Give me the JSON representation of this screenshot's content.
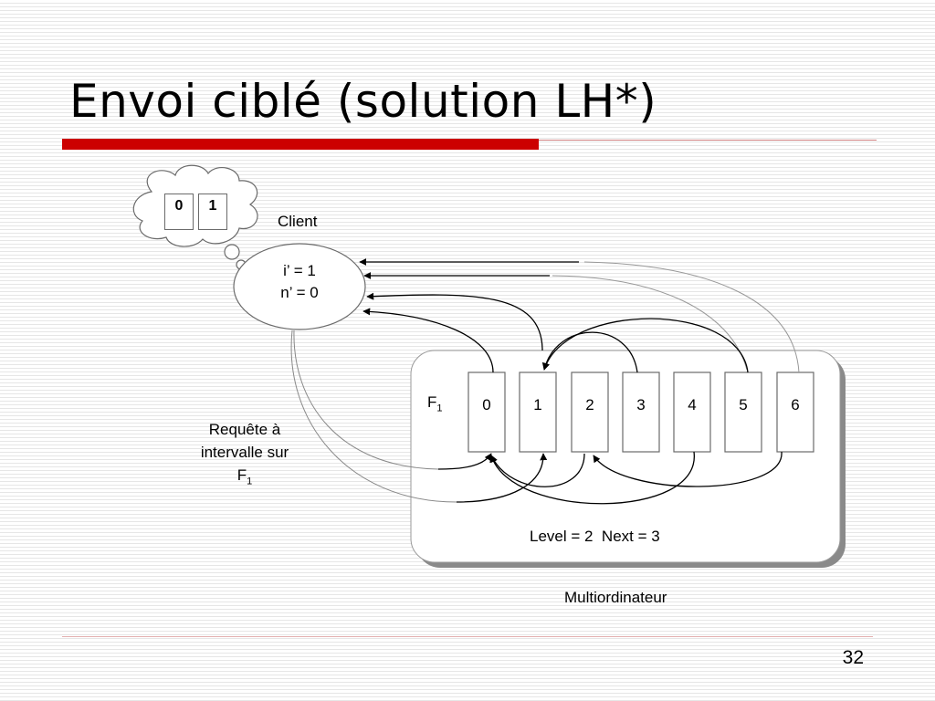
{
  "slide": {
    "title": "Envoi ciblé (solution LH*)",
    "page_number": "32"
  },
  "client": {
    "label": "Client",
    "image_bits": [
      "0",
      "1"
    ],
    "i_prime": "i’ = 1",
    "n_prime": "n’ = 0"
  },
  "request": {
    "line1": "Requête à",
    "line2": "intervalle sur",
    "file_letter": "F",
    "file_index": "1"
  },
  "multicomputer": {
    "file_letter": "F",
    "file_index": "1",
    "buckets": [
      "0",
      "1",
      "2",
      "3",
      "4",
      "5",
      "6"
    ],
    "state": "Level = 2  Next = 3",
    "label": "Multiordinateur"
  }
}
